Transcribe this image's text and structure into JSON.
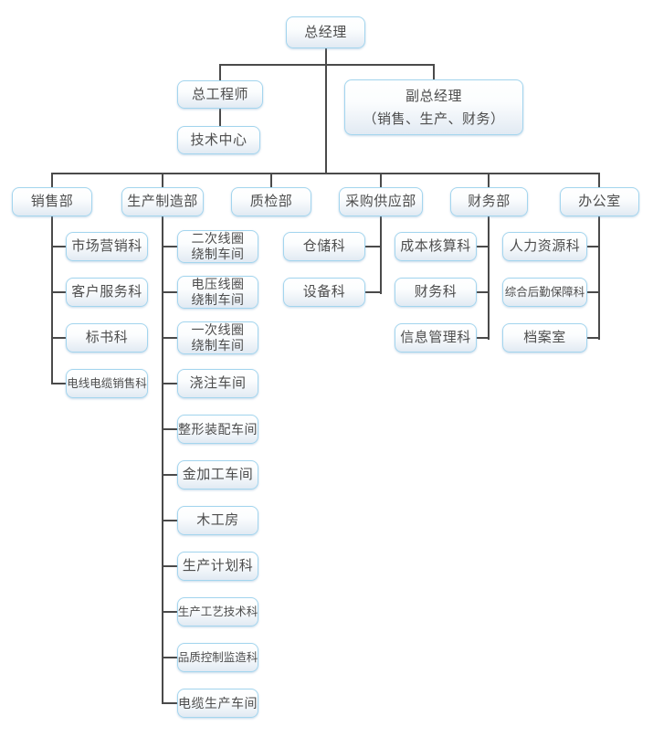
{
  "diagram_type": "organization-chart",
  "colors": {
    "box_border": "#a3d5ee",
    "box_fill_top": "#ffffff",
    "box_fill_bottom": "#e1eaf3",
    "connector_line": "#4a4a4a",
    "text": "#4d4d4d",
    "background": "#ffffff"
  },
  "nodes": {
    "gm": {
      "label": "总经理"
    },
    "chief_engineer": {
      "label": "总工程师"
    },
    "tech_center": {
      "label": "技术中心"
    },
    "deputy_gm": {
      "line1": "副总经理",
      "line2": "（销售、生产、财务）"
    },
    "dept_sales": {
      "label": "销售部"
    },
    "dept_production": {
      "label": "生产制造部"
    },
    "dept_quality": {
      "label": "质检部"
    },
    "dept_purchasing": {
      "label": "采购供应部"
    },
    "dept_finance": {
      "label": "财务部"
    },
    "dept_office": {
      "label": "办公室"
    },
    "sales_sections": [
      {
        "label": "市场营销科"
      },
      {
        "label": "客户服务科"
      },
      {
        "label": "标书科"
      },
      {
        "label": "电线电缆销售科"
      }
    ],
    "production_sections": [
      {
        "line1": "二次线圈",
        "line2": "绕制车间"
      },
      {
        "line1": "电压线圈",
        "line2": "绕制车间"
      },
      {
        "line1": "一次线圈",
        "line2": "绕制车间"
      },
      {
        "label": "浇注车间"
      },
      {
        "label": "整形装配车间"
      },
      {
        "label": "金加工车间"
      },
      {
        "label": "木工房"
      },
      {
        "label": "生产计划科"
      },
      {
        "label": "生产工艺技术科"
      },
      {
        "label": "品质控制监造科"
      },
      {
        "label": "电缆生产车间"
      }
    ],
    "purchasing_sections": [
      {
        "label": "仓储科"
      },
      {
        "label": "设备科"
      }
    ],
    "finance_sections": [
      {
        "label": "成本核算科"
      },
      {
        "label": "财务科"
      },
      {
        "label": "信息管理科"
      }
    ],
    "office_sections": [
      {
        "label": "人力资源科"
      },
      {
        "label": "综合后勤保障科"
      },
      {
        "label": "档案室"
      }
    ]
  }
}
